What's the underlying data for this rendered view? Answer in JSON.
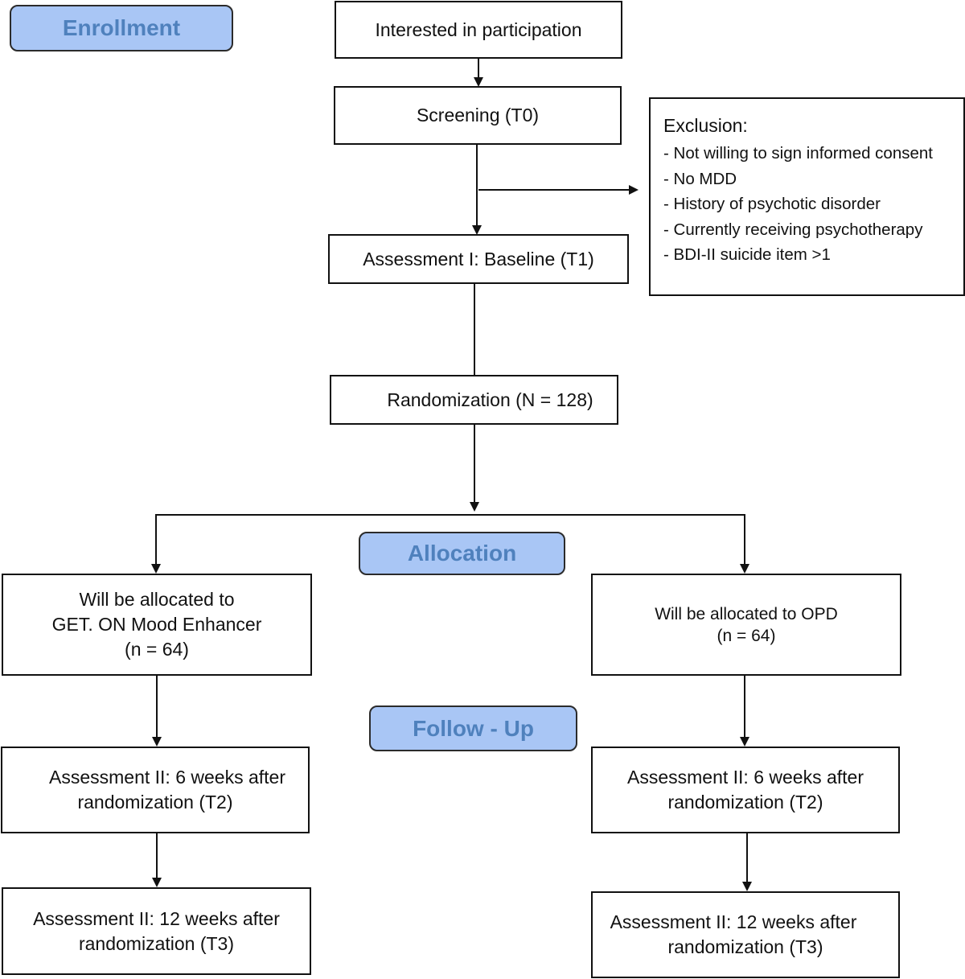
{
  "phases": {
    "enrollment": "Enrollment",
    "allocation": "Allocation",
    "followup": "Follow - Up"
  },
  "nodes": {
    "interested": "Interested in participation",
    "screening": "Screening (T0)",
    "baseline": "Assessment I: Baseline (T1)",
    "randomization": "Randomization (N = 128)",
    "left_alloc": {
      "line1": "Will be allocated to",
      "line2": "GET. ON Mood Enhancer",
      "line3": "(n = 64)"
    },
    "right_alloc": {
      "line1": "Will be allocated to OPD",
      "line2": "(n = 64)"
    },
    "left_t2": {
      "line1": "Assessment II: 6 weeks after",
      "line2": "randomization (T2)"
    },
    "right_t2": {
      "line1": "Assessment II: 6 weeks after",
      "line2": "randomization (T2)"
    },
    "left_t3": {
      "line1": "Assessment II: 12 weeks after",
      "line2": "randomization (T3)"
    },
    "right_t3": {
      "line1": "Assessment II: 12 weeks after",
      "line2": "randomization (T3)"
    }
  },
  "exclusion": {
    "title": "Exclusion:",
    "items": [
      "- Not willing to sign informed consent",
      "- No MDD",
      "- History of psychotic disorder",
      "- Currently receiving psychotherapy",
      "- BDI-II suicide item >1"
    ]
  }
}
